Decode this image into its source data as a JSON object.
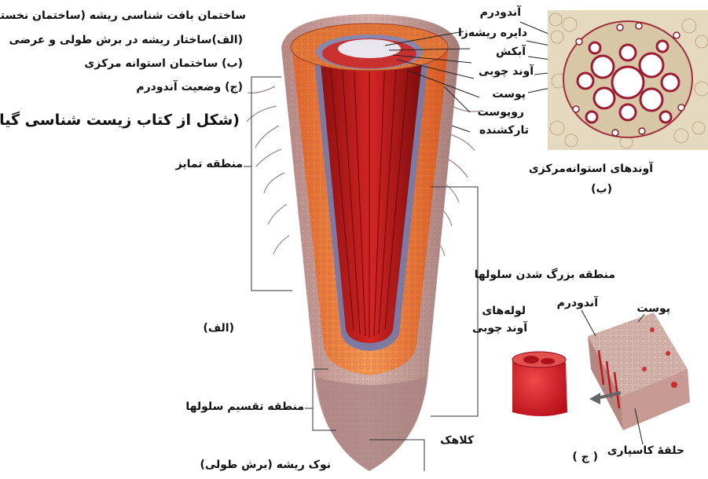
{
  "caption": {
    "line1": "ساختمان بافت شناسی ریشه (ساختمان نخستین):",
    "line2": "(الف)ساختار ریشه در برش طولی و عرضی",
    "line3": "(ب)  ساختمان استوانه مرکزی",
    "line4": "(ج)   وضعیت آندودرم",
    "source": "(شکل از کتاب زیست شناسی گیاهی)"
  },
  "labels": {
    "endoderm": "آندودرم",
    "pericycle": "دایره ریشه‌زا",
    "phloem": "آبکش",
    "xylem": "آوند چوبی",
    "cortex": "پوست",
    "epidermis": "روپوست",
    "root_hair": "تارکشنده",
    "differentiation_zone": "منطقه تمایز",
    "elongation_zone": "منطقه بزرگ شدن سلولها",
    "division_zone": "منطقه تقسیم سلولها",
    "root_cap": "کلاهک",
    "root_tip": "نوک ریشه (برش طولی)",
    "panel_a": "(الف)",
    "stele_vessels": "آوندهای استوانه‌مرکزی",
    "panel_b": "(ب)",
    "xylem_tubes_1": "لوله‌های",
    "xylem_tubes_2": "آوند چوبی",
    "endoderm_c": "آندودرم",
    "cortex_c": "پوست",
    "casparian_strip": "حلقهٔ کاسپاری",
    "panel_c": "( ج )"
  }
}
